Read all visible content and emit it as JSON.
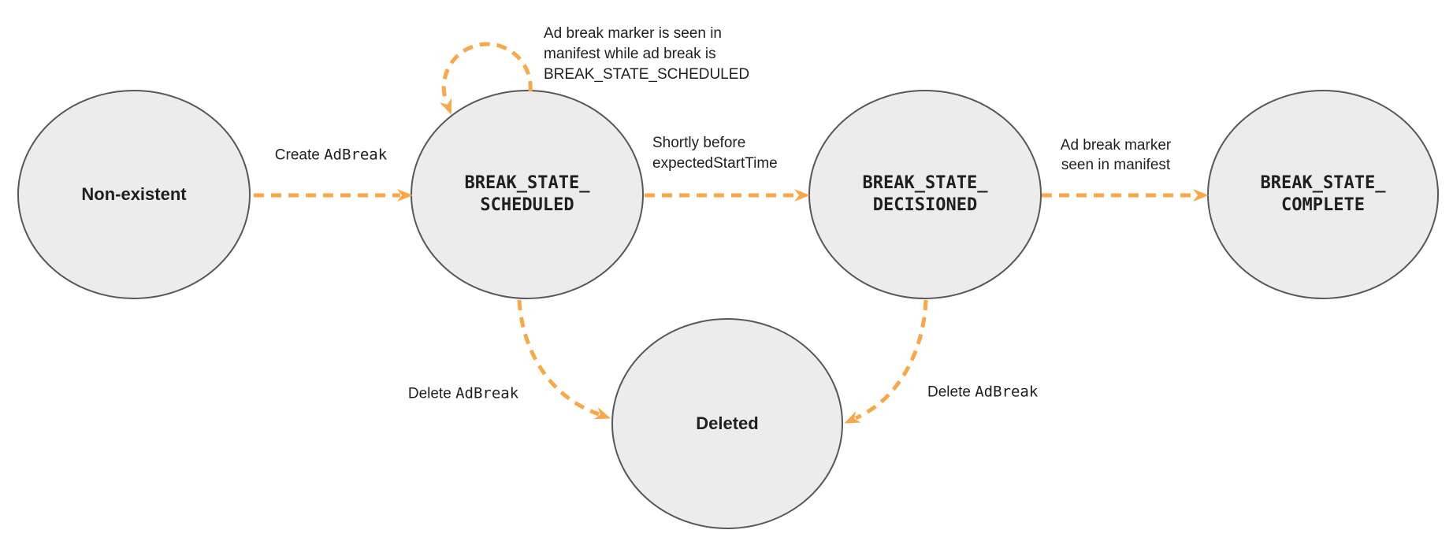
{
  "colors": {
    "arrow": "#F9A74B",
    "state_fill": "#ECECEC",
    "state_border": "#57585B",
    "text": "#1E1F21"
  },
  "states": {
    "non_existent": {
      "label": "Non-existent"
    },
    "scheduled": {
      "line1": "BREAK_STATE_",
      "line2": "SCHEDULED"
    },
    "decisioned": {
      "line1": "BREAK_STATE_",
      "line2": "DECISIONED"
    },
    "complete": {
      "line1": "BREAK_STATE_",
      "line2": "COMPLETE"
    },
    "deleted": {
      "label": "Deleted"
    }
  },
  "transitions": {
    "create": {
      "plain": "Create ",
      "code": "AdBreak"
    },
    "self_loop": {
      "line1": "Ad break marker is seen in",
      "line2": "manifest while ad break is",
      "code": "BREAK_STATE_SCHEDULED"
    },
    "decision": {
      "plain": "Shortly before",
      "code": "expectedStartTime"
    },
    "marker_seen": {
      "line1": "Ad break marker",
      "line2": "seen in manifest"
    },
    "delete_left": {
      "plain": "Delete ",
      "code": "AdBreak"
    },
    "delete_right": {
      "plain": "Delete ",
      "code": "AdBreak"
    }
  }
}
